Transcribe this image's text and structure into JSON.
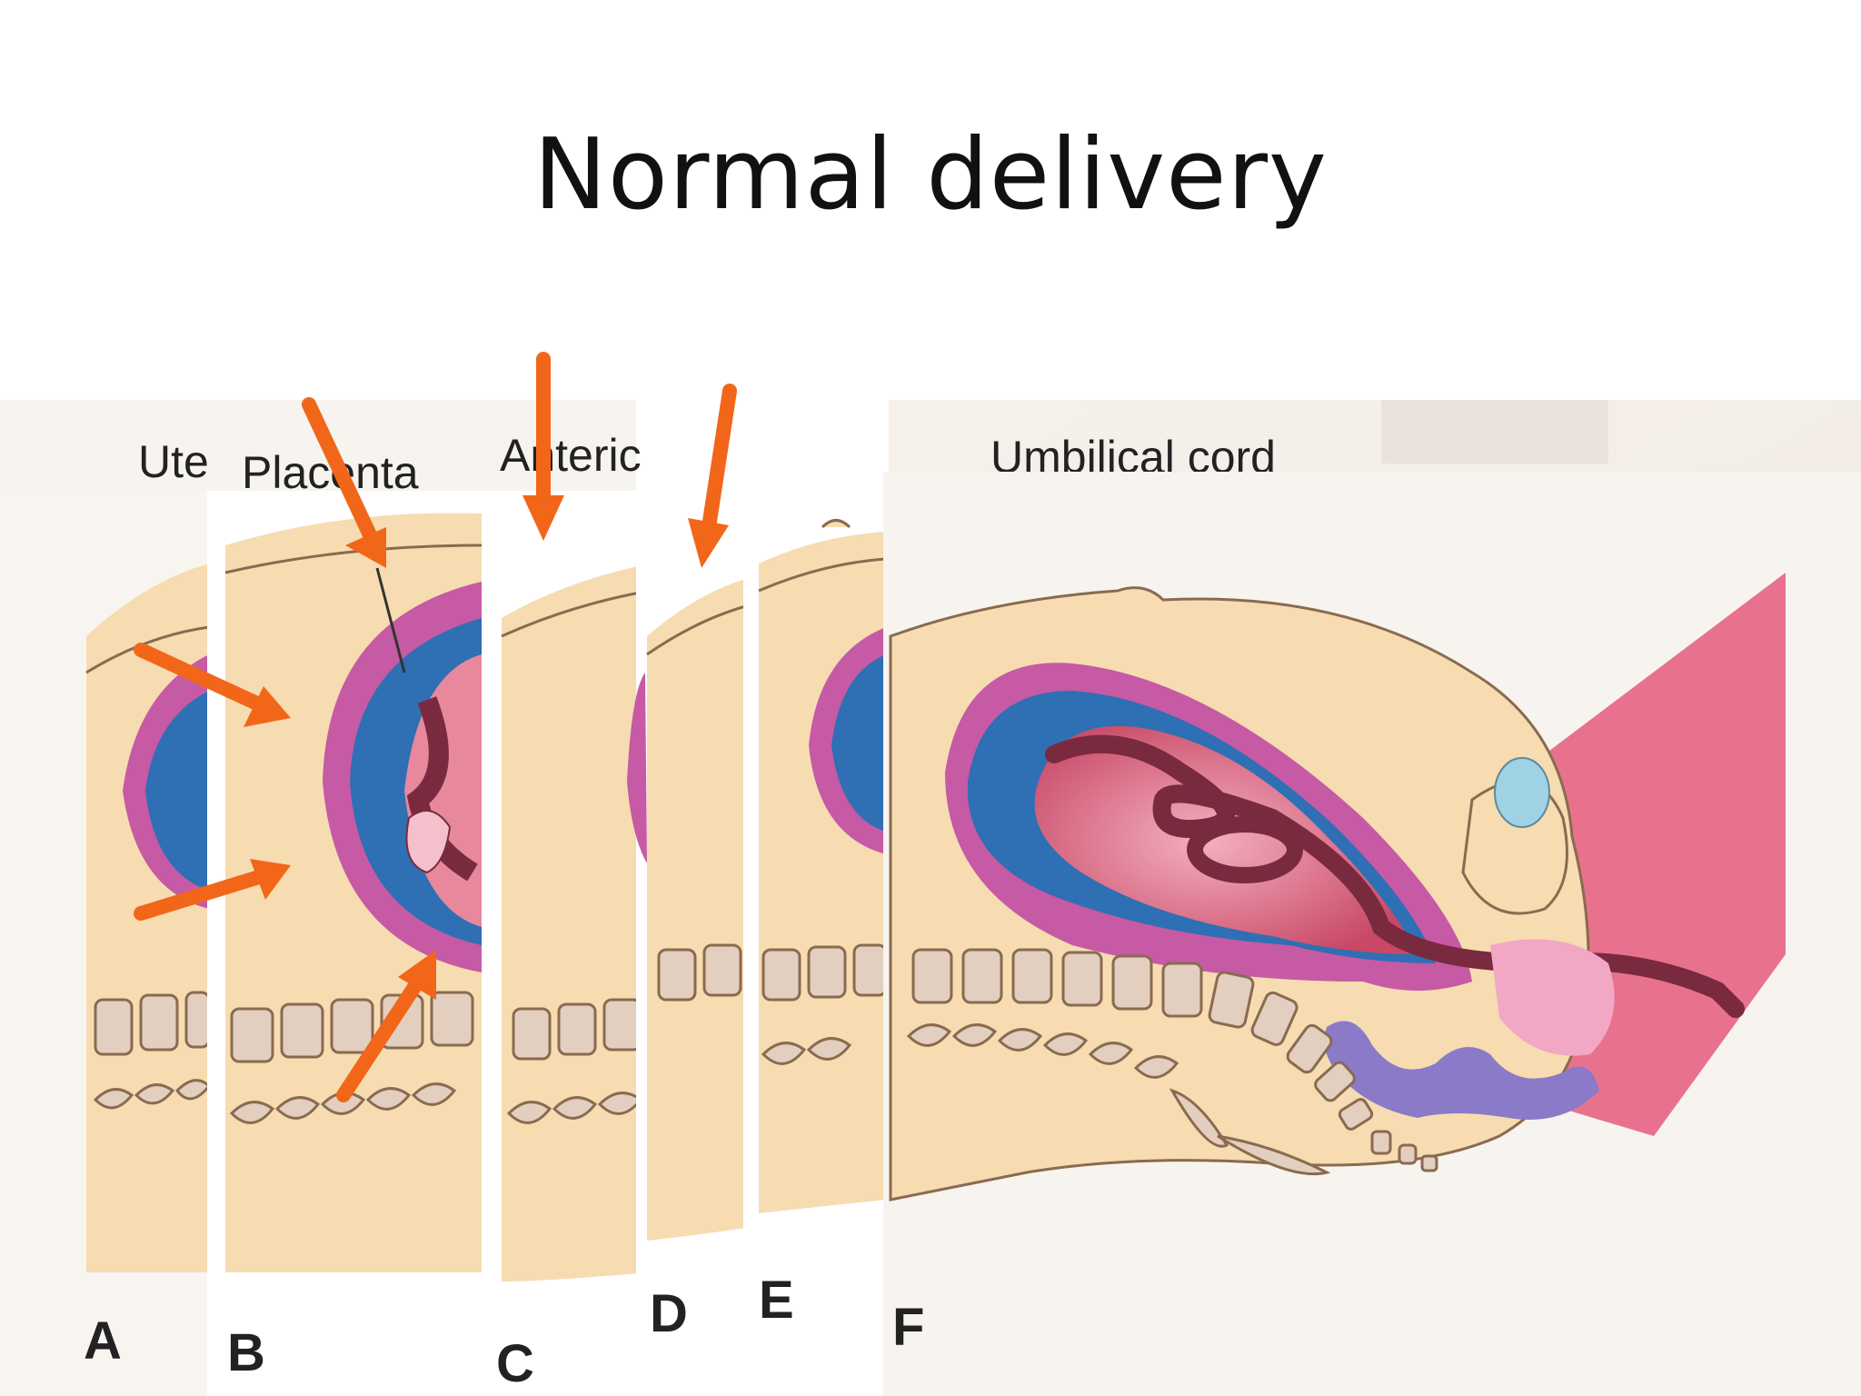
{
  "title": "Normal delivery",
  "labels": {
    "uterus_partial": "Ute",
    "placenta": "Placenta",
    "anterior_partial": "Anteric",
    "umbilical_cord_partial": "Umbilical cord"
  },
  "panels": [
    "A",
    "B",
    "C",
    "D",
    "E",
    "F"
  ],
  "colors": {
    "arrow": "#f2661a",
    "skin": "#f6dcb0",
    "uterus_wall": "#c65aa5",
    "amniotic": "#2f6fb4",
    "fetus": "#e8889c",
    "cord": "#7a2a3e",
    "vertebra": "#e3cfbf"
  }
}
